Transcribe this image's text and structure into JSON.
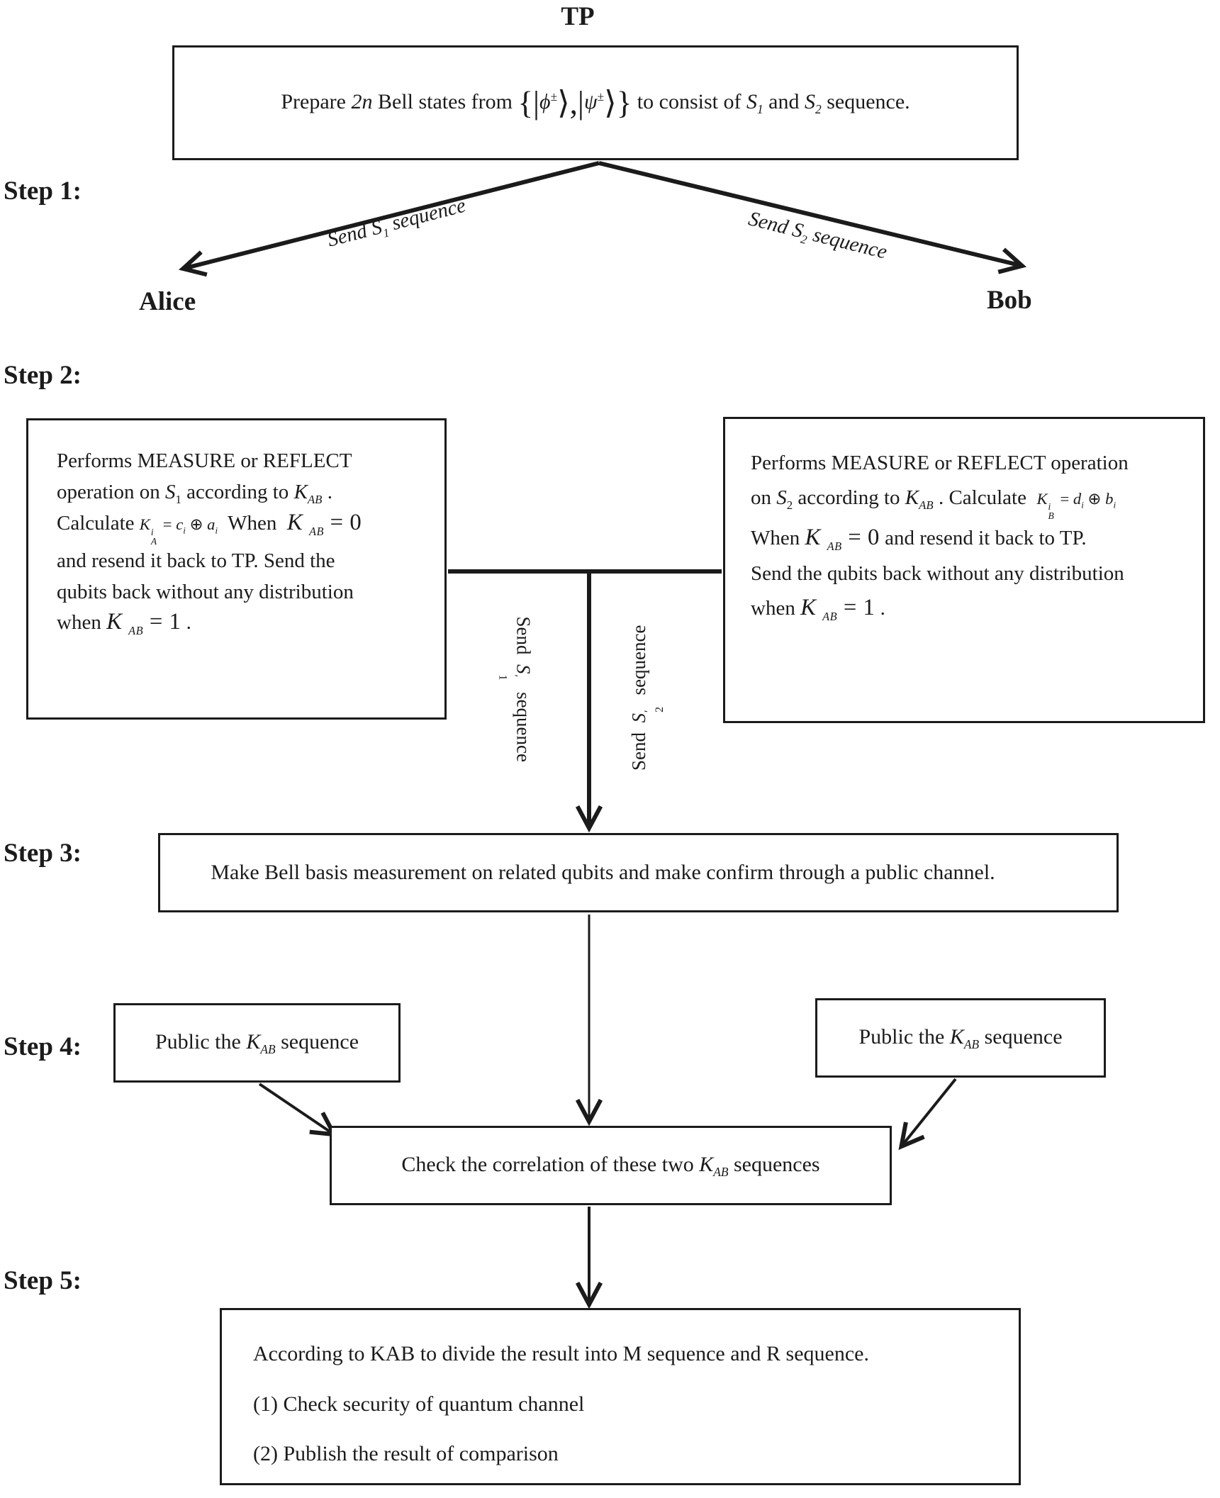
{
  "palette": {
    "ink": "#1b1b1b",
    "paper": "#ffffff"
  },
  "header": {
    "tp_label": "TP"
  },
  "step_labels": {
    "step1": "Step 1:",
    "step2": "Step 2:",
    "step3": "Step 3:",
    "step4": "Step 4:",
    "step5": "Step 5:"
  },
  "actors": {
    "alice": "Alice",
    "bob": "Bob"
  },
  "nodes": {
    "prepare": {
      "html": "Prepare <i>2n</i> Bell states from <span class=big>{|</span><i>ϕ</i><sup>±</sup><span class=big>⟩,|</span><i>ψ</i><sup>±</sup><span class=big>⟩}</span> to consist of <i>S<sub>1</sub></i> and <i>S<sub>2</sub></i> sequence."
    },
    "alice_op": {
      "html": "Performs MEASURE or REFLECT<br>operation on <i>S</i><sub>1</sub> according to <i>K<sub>AB</sub></i> .<br>Calculate <span class=fml><i>K</i><span class=stk><i>i</i><i>A</i></span> = <i>c<sub>i</sub></i> ⊕ <i>a<sub>i</sub></i></span>&nbsp; When &nbsp;<span class=kab><i>K</i> <sub><i>AB</i></sub> = 0</span><br>and resend it back to TP. Send the<br>qubits back without any distribution<br>when <span class=kab><i>K</i> <sub><i>AB</i></sub> = 1</span> ."
    },
    "bob_op": {
      "html": "Performs MEASURE or REFLECT operation<br>on <i>S</i><sub>2</sub> according to <i>K<sub>AB</sub></i> . Calculate &nbsp;<span class=fml><i>K</i><span class=stk><i>i</i><i>B</i></span> = <i>d<sub>i</sub></i> ⊕ <i>b<sub>i</sub></i></span><br>When <span class=kab><i>K</i> <sub><i>AB</i></sub> = 0</span> and resend it back to TP.<br>Send the qubits back without any distribution<br>when <span class=kab><i>K</i> <sub><i>AB</i></sub> = 1</span> ."
    },
    "bell_measure": {
      "text": "Make Bell basis measurement on related qubits and make confirm through a public channel."
    },
    "public_left": {
      "html": "Public the <i>K<sub>AB</sub></i> sequence"
    },
    "public_right": {
      "html": "Public the <i>K<sub>AB</sub></i> sequence"
    },
    "check": {
      "html": "Check the correlation of these two <i>K<sub>AB</sub></i> sequences"
    },
    "divide": {
      "lines": [
        "According to KAB to divide the result into M sequence and R sequence.",
        "(1) Check security of quantum channel",
        "(2) Publish the result of comparison"
      ]
    }
  },
  "edge_labels": {
    "send_s1": "Send S<sub>1</sub> sequence",
    "send_s2": "Send S<sub>2</sub> sequence",
    "send_s1_prime": "Send &nbsp;<i>S</i><span class=stk><span>′</span><span>1</span></span>&nbsp; sequence",
    "send_s2_prime": "Send &nbsp;<i>S</i><span class=stk><span>′</span><span>2</span></span>&nbsp; sequence"
  }
}
